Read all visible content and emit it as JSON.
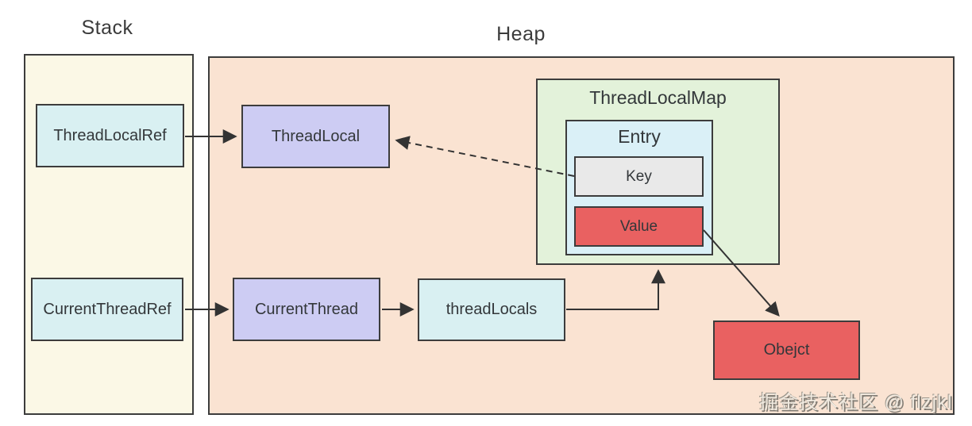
{
  "diagram": {
    "stack": {
      "title": "Stack",
      "nodes": {
        "thread_local_ref": "ThreadLocalRef",
        "current_thread_ref": "CurrentThreadRef"
      }
    },
    "heap": {
      "title": "Heap",
      "nodes": {
        "thread_local": "ThreadLocal",
        "current_thread": "CurrentThread",
        "thread_locals": "threadLocals",
        "object": "Obejct"
      },
      "thread_local_map": {
        "title": "ThreadLocalMap",
        "entry": {
          "title": "Entry",
          "key": "Key",
          "value": "Value"
        }
      }
    },
    "edges": [
      {
        "from": "ThreadLocalRef",
        "to": "ThreadLocal",
        "style": "solid"
      },
      {
        "from": "Key",
        "to": "ThreadLocal",
        "style": "dashed"
      },
      {
        "from": "CurrentThreadRef",
        "to": "CurrentThread",
        "style": "solid"
      },
      {
        "from": "CurrentThread",
        "to": "threadLocals",
        "style": "solid"
      },
      {
        "from": "threadLocals",
        "to": "ThreadLocalMap",
        "style": "solid-elbow"
      },
      {
        "from": "Value",
        "to": "Obejct",
        "style": "solid"
      }
    ],
    "watermark": "掘金技术社区 @ flzjkl",
    "colors": {
      "stack_bg": "#fbf8e6",
      "heap_bg": "#fae3d2",
      "cyan_box": "#d9f0f2",
      "lavender_box": "#cdccf3",
      "map_bg": "#e3f2da",
      "entry_bg": "#daf0f7",
      "key_bg": "#e9e9e9",
      "red_box": "#e96161",
      "border": "#3c3c3c",
      "text": "#33373a"
    }
  }
}
